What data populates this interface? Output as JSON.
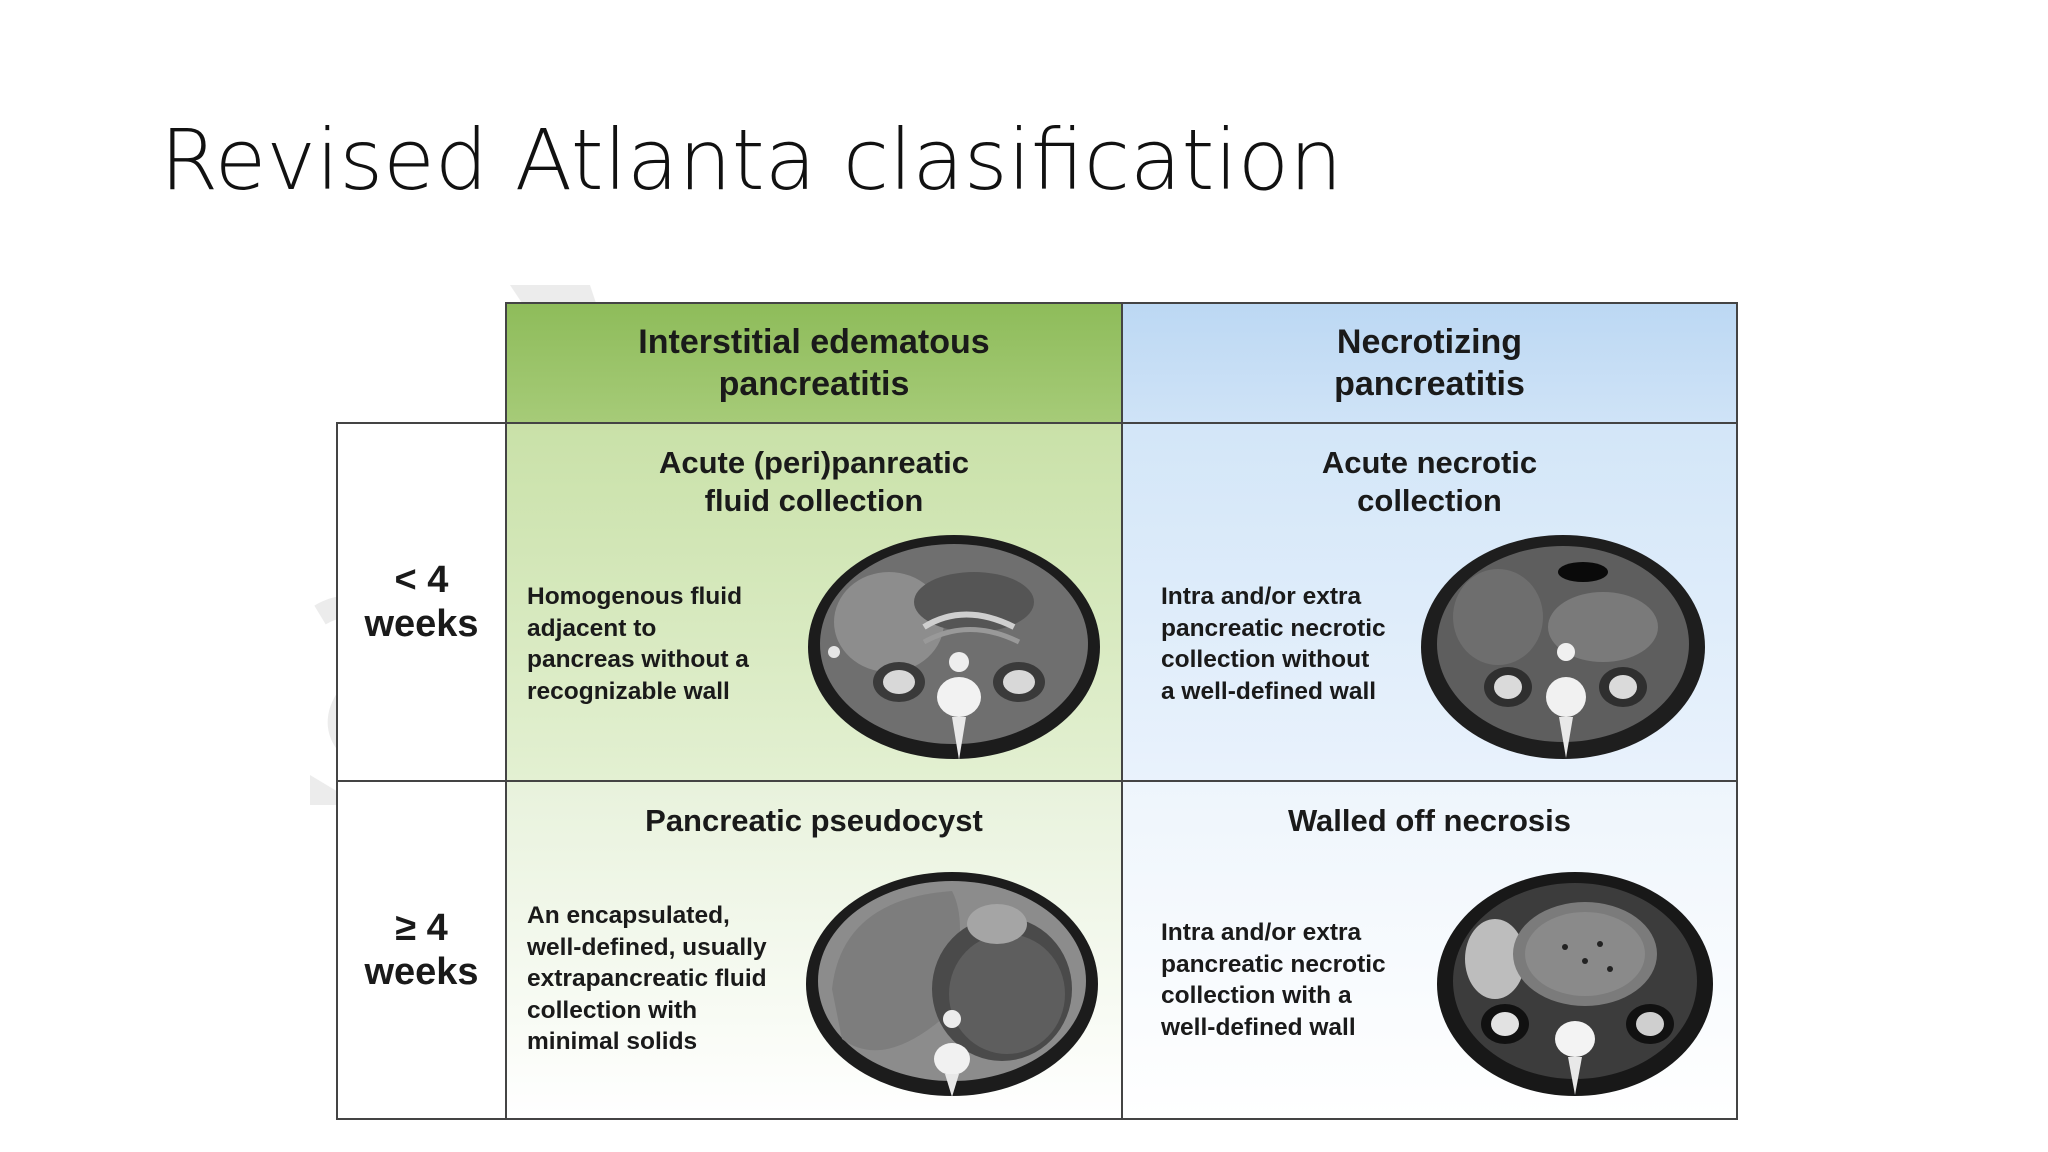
{
  "title": "Revised Atlanta clasification",
  "table": {
    "columns": [
      "Interstitial edematous\npancreatitis",
      "Necrotizing\npancreatitis"
    ],
    "rows": [
      {
        "label": "< 4\nweeks",
        "cells": [
          {
            "title": "Acute (peri)panreatic\nfluid collection",
            "description": "Homogenous fluid\nadjacent to\npancreas without a\nrecognizable wall"
          },
          {
            "title": "Acute necrotic\ncollection",
            "description": "Intra and/or extra\npancreatic necrotic\ncollection without\na well-defined wall"
          }
        ]
      },
      {
        "label": "≥ 4\nweeks",
        "cells": [
          {
            "title": "Pancreatic pseudocyst",
            "description": "An encapsulated,\nwell-defined, usually\nextrapancreatic fluid\ncollection with\nminimal solids"
          },
          {
            "title": "Walled off necrosis",
            "description": "Intra and/or extra\npancreatic necrotic\ncollection with a\nwell-defined wall"
          }
        ]
      }
    ]
  },
  "colors": {
    "green_header": "#8ebc5a",
    "blue_header": "#bcd8f3",
    "border": "#444444"
  }
}
